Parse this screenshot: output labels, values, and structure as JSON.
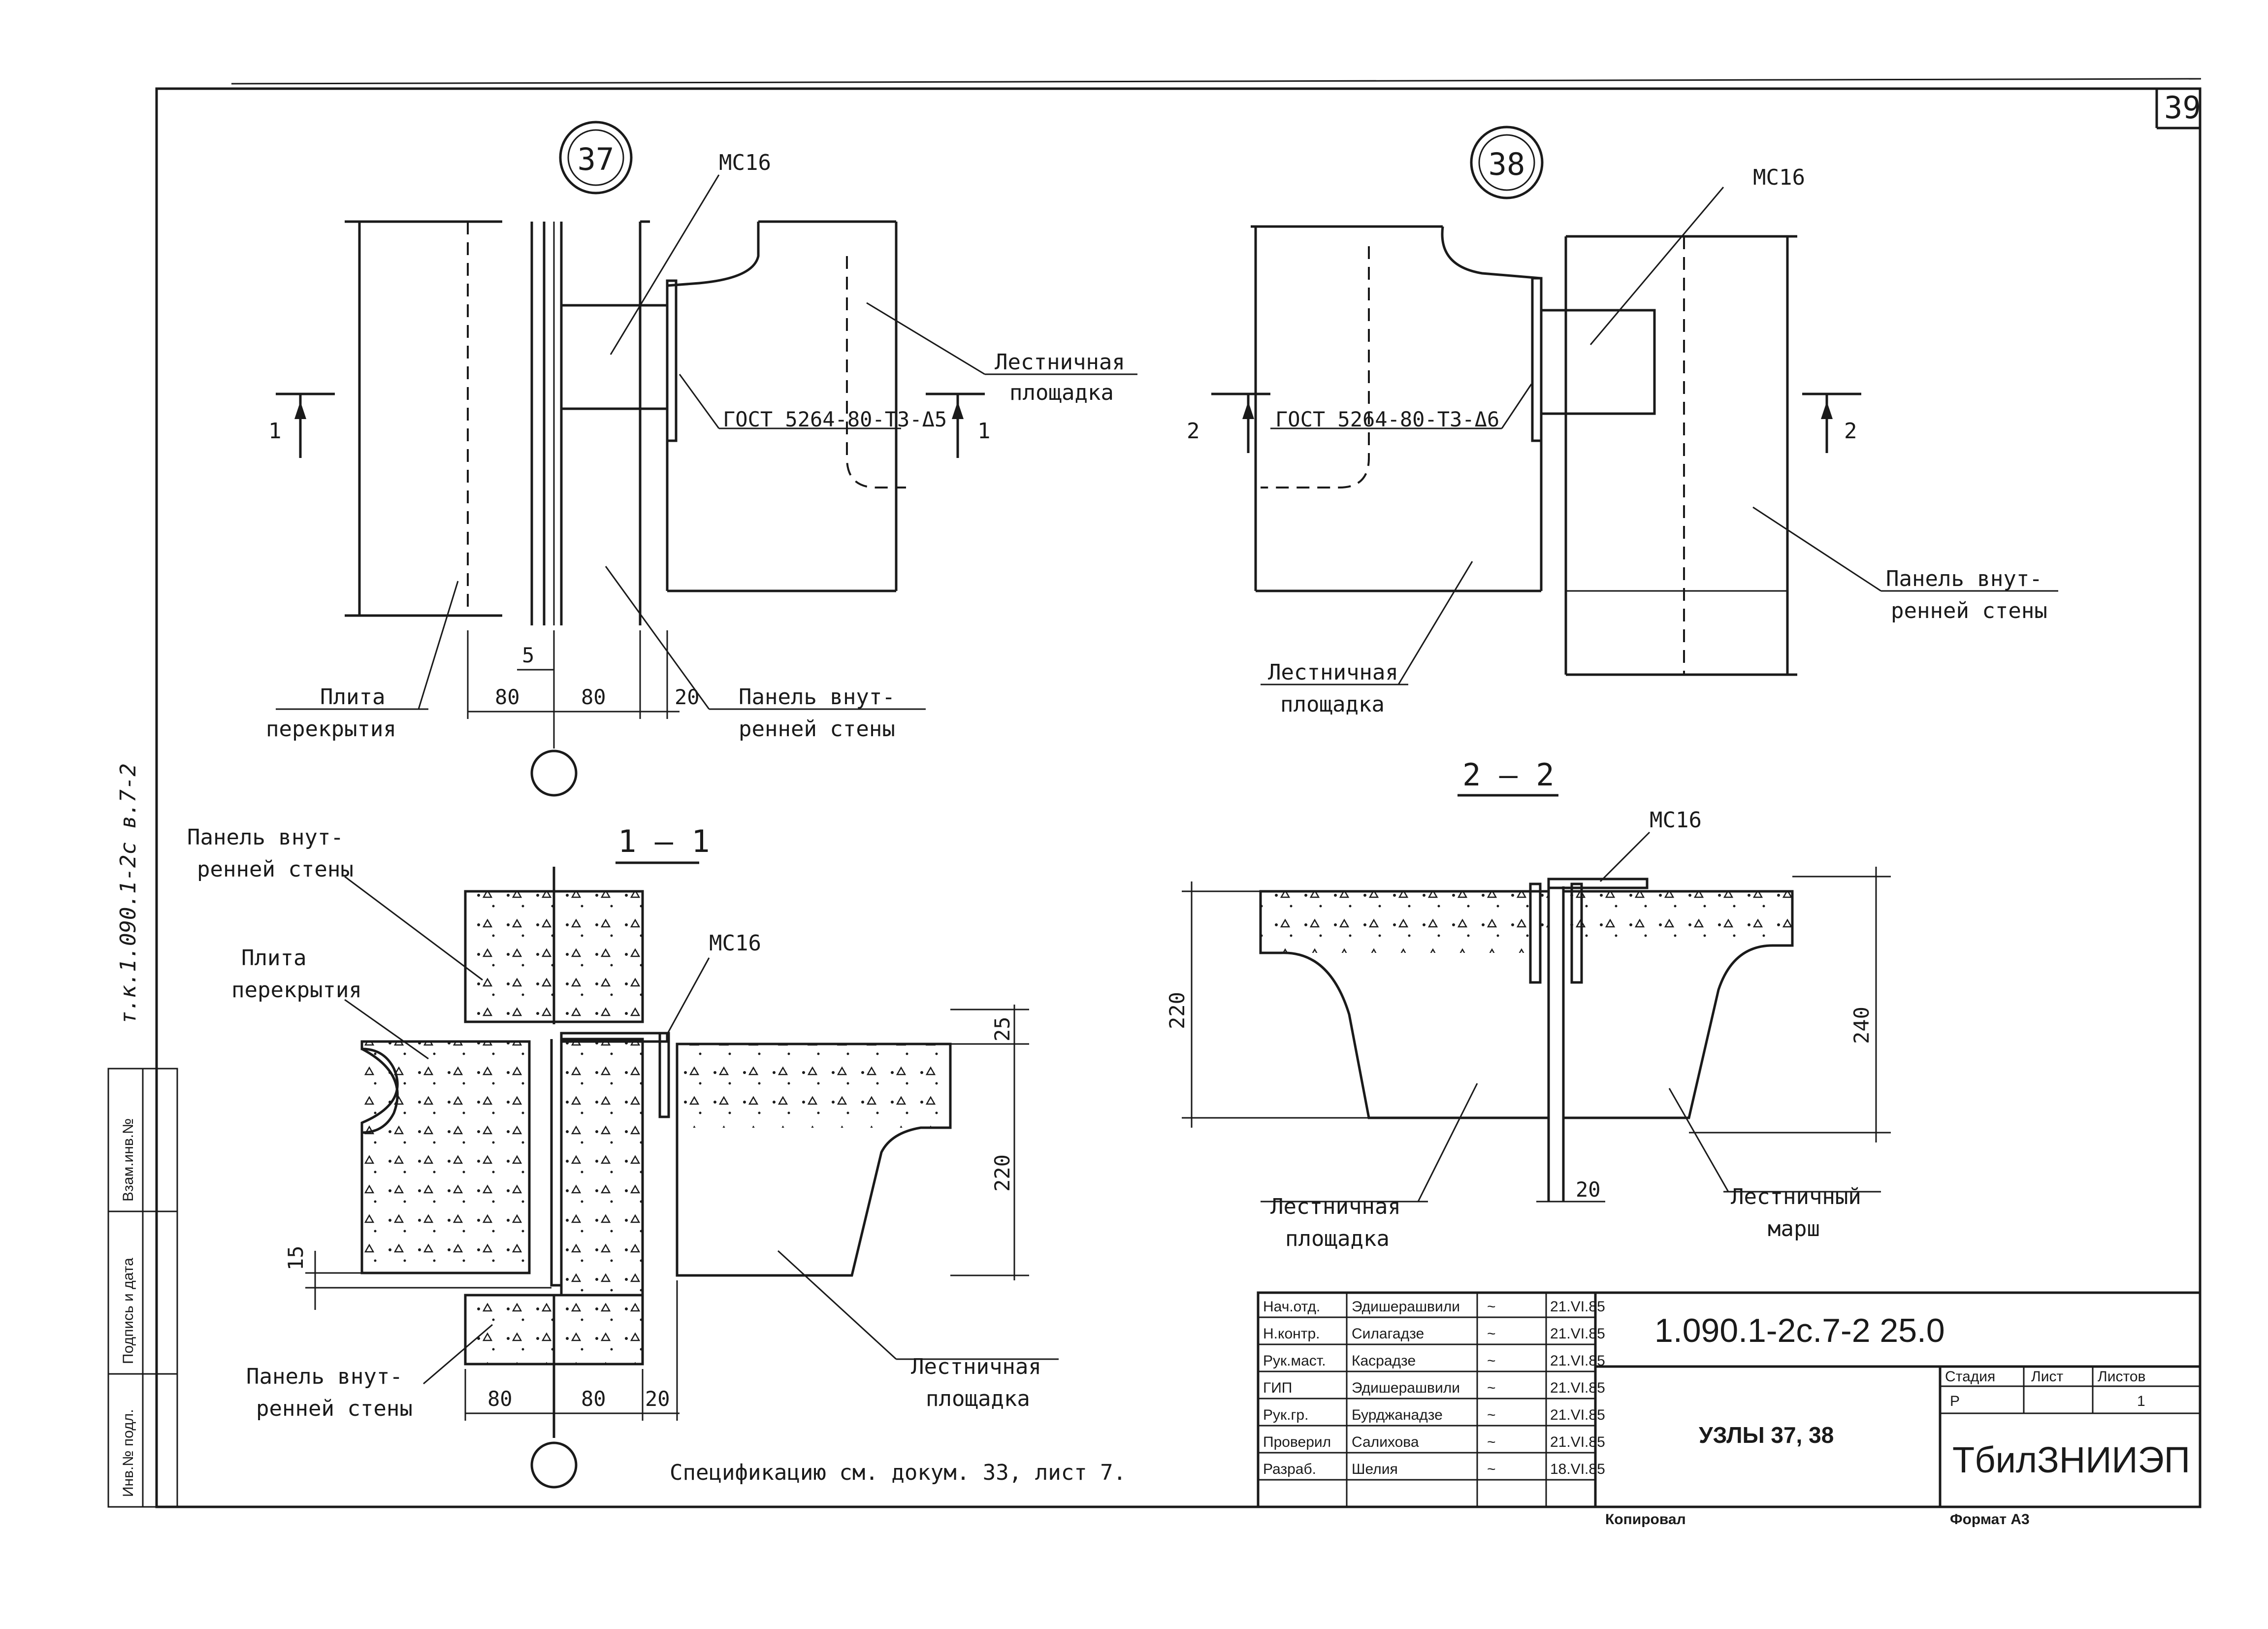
{
  "sheet_number": "39",
  "side_stamp": "т.к.1.090.1-2с  в.7-2",
  "left_strip": [
    "Взам.инв.№",
    "Подпись и дата",
    "Инв.№ подл."
  ],
  "node37": {
    "number": "37",
    "labels": {
      "mc": "МС16",
      "landing": [
        "Лестничная",
        "площадка"
      ],
      "gost": "ГОСТ 5264-80-Т3-Δ5",
      "slab": [
        "Плита",
        "перекрытия"
      ],
      "wall": [
        "Панель внут-",
        "ренней стены"
      ]
    },
    "section_marks": [
      "1",
      "1"
    ],
    "dims": [
      "5",
      "80",
      "80",
      "20"
    ]
  },
  "node38": {
    "number": "38",
    "labels": {
      "mc": "МС16",
      "gost": "ГОСТ 5264-80-Т3-Δ6",
      "landing": [
        "Лестничная",
        "площадка"
      ],
      "wall": [
        "Панель внут-",
        "ренней стены"
      ]
    },
    "section_marks": [
      "2",
      "2"
    ]
  },
  "section11": {
    "title": "1 – 1",
    "labels": {
      "wall_top": [
        "Панель внут-",
        "ренней стены"
      ],
      "slab": [
        "Плита",
        "перекрытия"
      ],
      "mc": "МС16",
      "wall_bottom": [
        "Панель внут-",
        "ренней стены"
      ],
      "landing": [
        "Лестничная",
        "площадка"
      ]
    },
    "dims": [
      "25",
      "220",
      "15",
      "80",
      "80",
      "20"
    ]
  },
  "section22": {
    "title": "2 – 2",
    "labels": {
      "mc": "МС16",
      "landing": [
        "Лестничная",
        "площадка"
      ],
      "march": [
        "Лестничный",
        "марш"
      ]
    },
    "dims": [
      "220",
      "240",
      "20"
    ]
  },
  "note": "Спецификацию см. докум. 33, лист 7.",
  "title_block": {
    "code": "1.090.1-2с.7-2  25.0",
    "title": "УЗЛЫ 37, 38",
    "org": "ТбилЗНИИЭП",
    "headers": {
      "stage": "Стадия",
      "sheet": "Лист",
      "sheets": "Листов"
    },
    "stage": "Р",
    "sheets_total": "1",
    "rows": [
      {
        "role": "Нач.отд.",
        "name": "Эдишерашвили",
        "sign": "~",
        "date": "21.VI.85"
      },
      {
        "role": "Н.контр.",
        "name": "Силагадзе",
        "sign": "~",
        "date": "21.VI.85"
      },
      {
        "role": "Рук.маст.",
        "name": "Касрадзе",
        "sign": "~",
        "date": "21.VI.85"
      },
      {
        "role": "ГИП",
        "name": "Эдишерашвили",
        "sign": "~",
        "date": "21.VI.85"
      },
      {
        "role": "Рук.гр.",
        "name": "Бурджанадзе",
        "sign": "~",
        "date": "21.VI.85"
      },
      {
        "role": "Проверил",
        "name": "Салихова",
        "sign": "~",
        "date": "21.VI.85"
      },
      {
        "role": "Разраб.",
        "name": "Шелия",
        "sign": "~",
        "date": "18.VI.85"
      }
    ],
    "copied": "Копировал",
    "format": "Формат А3"
  }
}
